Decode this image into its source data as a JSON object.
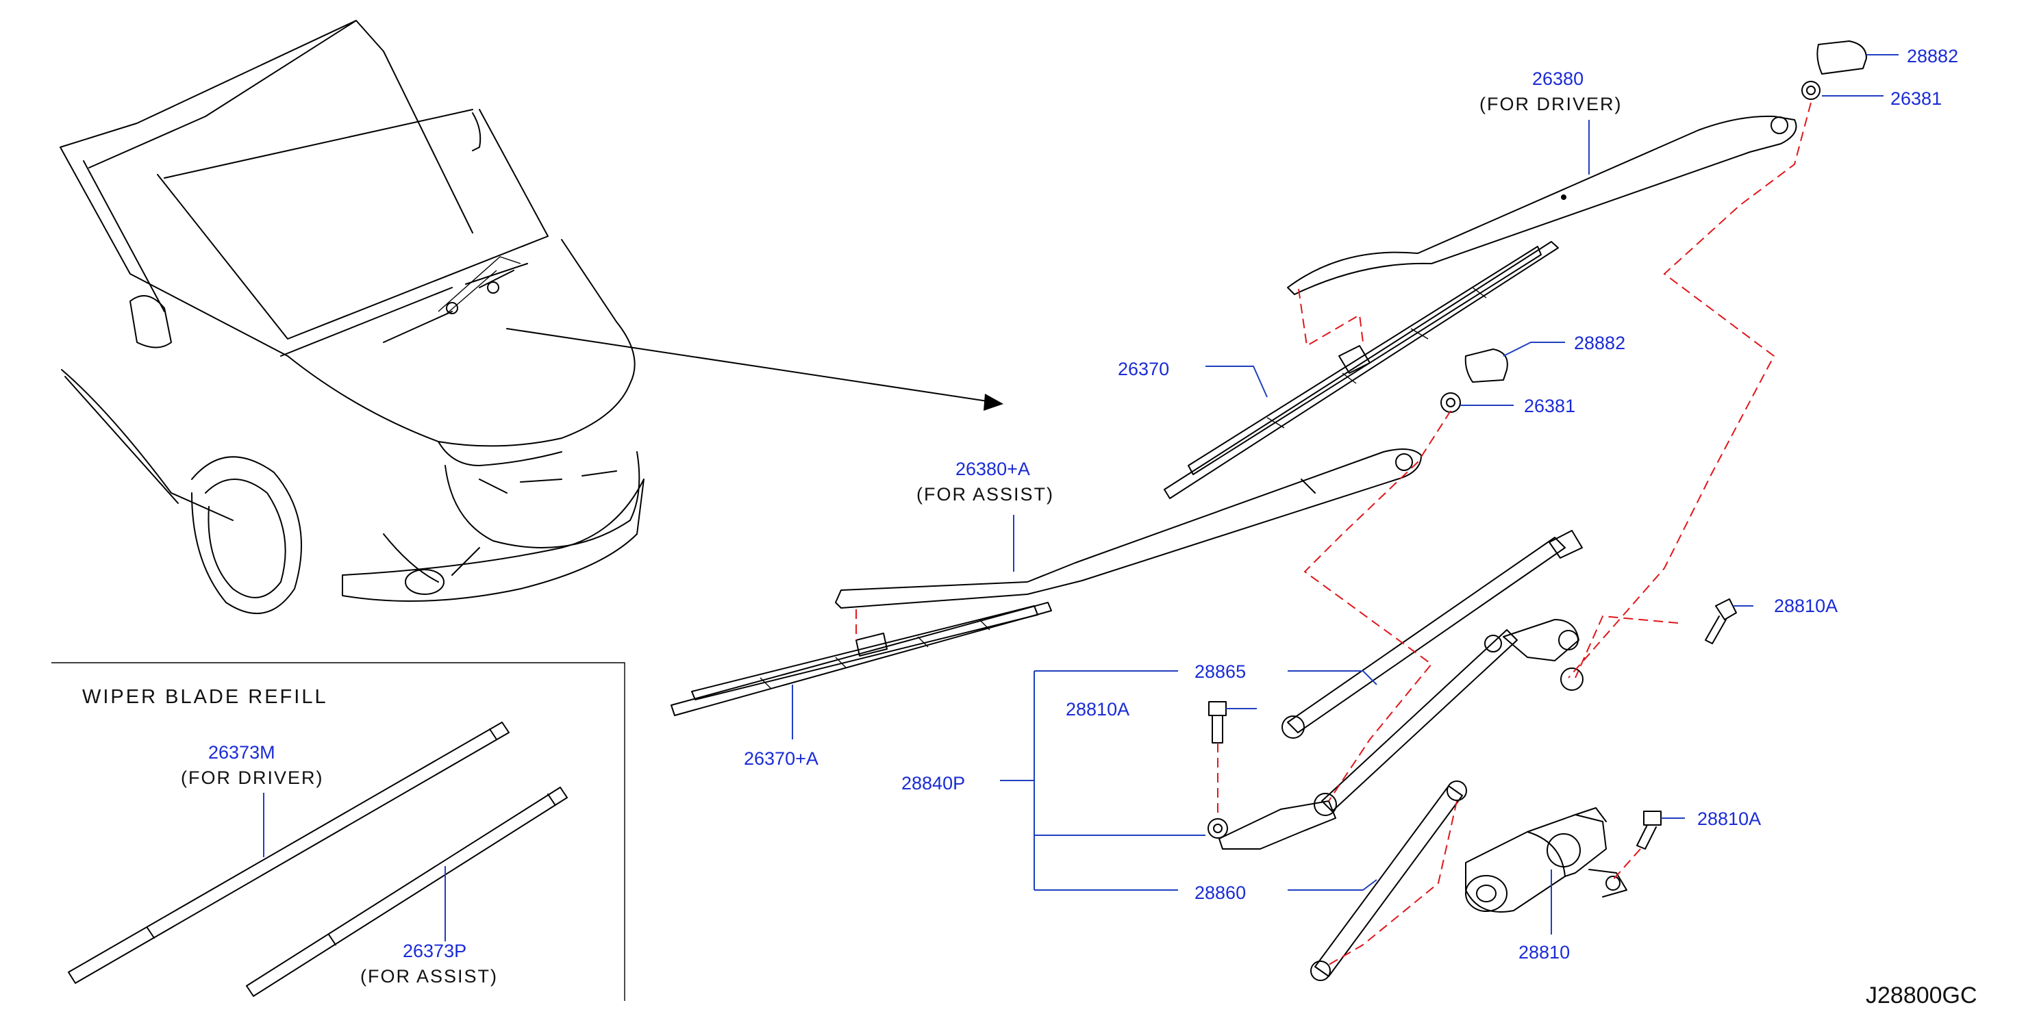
{
  "diagram": {
    "code": "J28800GC",
    "refill_box": {
      "title": "WIPER  BLADE  REFILL",
      "driver": {
        "part": "26373M",
        "note": "(FOR  DRIVER)"
      },
      "assist": {
        "part": "26373P",
        "note": "(FOR  ASSIST)"
      }
    },
    "labels": {
      "p28882_top": "28882",
      "p26381_top": "26381",
      "p26380": "26380",
      "p26380_note": "(FOR  DRIVER)",
      "p28882_mid": "28882",
      "p26381_mid": "26381",
      "p26370": "26370",
      "p26380A": "26380+A",
      "p26380A_note": "(FOR  ASSIST)",
      "p26370A": "26370+A",
      "p28810A_right": "28810A",
      "p28865": "28865",
      "p28810A_left": "28810A",
      "p28840P": "28840P",
      "p28860": "28860",
      "p28810A_low": "28810A",
      "p28810": "28810"
    },
    "colors": {
      "part_number": "#1a2bd6",
      "leader": "#1f3fbf",
      "assembly_dash": "#e0161a",
      "line": "#000000"
    }
  }
}
